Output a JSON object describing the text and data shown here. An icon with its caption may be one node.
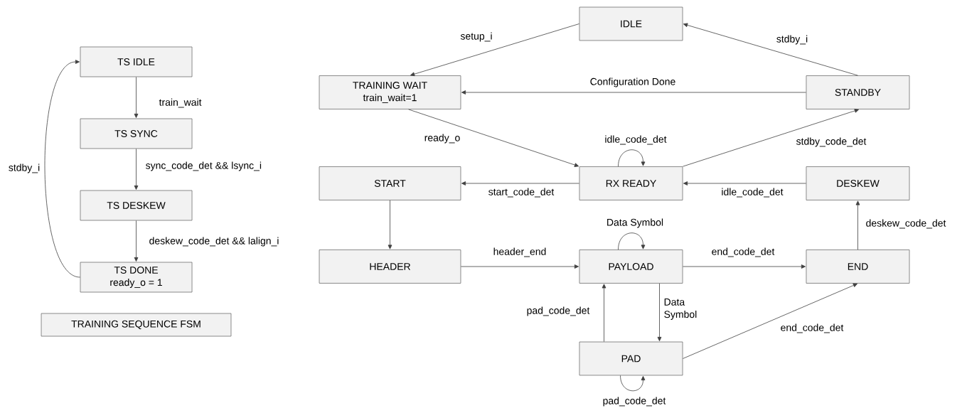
{
  "diagram": {
    "nodes": [
      {
        "text": [
          "TS IDLE"
        ]
      },
      {
        "text": [
          "TS SYNC"
        ]
      },
      {
        "text": [
          "TS DESKEW"
        ]
      },
      {
        "text": [
          "TS DONE",
          "ready_o = 1"
        ]
      },
      {
        "text": [
          "TRAINING SEQUENCE FSM"
        ]
      },
      {
        "text": [
          "IDLE"
        ]
      },
      {
        "text": [
          "TRAINING WAIT",
          "train_wait=1"
        ]
      },
      {
        "text": [
          "STANDBY"
        ]
      },
      {
        "text": [
          "START"
        ]
      },
      {
        "text": [
          "RX READY"
        ]
      },
      {
        "text": [
          "DESKEW"
        ]
      },
      {
        "text": [
          "HEADER"
        ]
      },
      {
        "text": [
          "PAYLOAD"
        ]
      },
      {
        "text": [
          "END"
        ]
      },
      {
        "text": [
          "PAD"
        ]
      }
    ],
    "edges": [
      {
        "from": 0,
        "to": 1,
        "arrow": "to",
        "label": "train_wait"
      },
      {
        "from": 1,
        "to": 2,
        "arrow": "to",
        "label": "sync_code_det && lsync_i"
      },
      {
        "from": 2,
        "to": 3,
        "arrow": "to",
        "label": "deskew_code_det && lalign_i"
      },
      {
        "from": 3,
        "to": 0,
        "arrow": "to",
        "label": "stdby_i"
      },
      {
        "from": 5,
        "to": 6,
        "arrow": "to",
        "label": "setup_i"
      },
      {
        "from": 7,
        "to": 5,
        "arrow": "to",
        "label": "stdby_i"
      },
      {
        "from": 7,
        "to": 6,
        "arrow": "to",
        "label": "Configuration Done"
      },
      {
        "from": 6,
        "to": 9,
        "arrow": "to",
        "label": "ready_o"
      },
      {
        "from": 9,
        "to": 7,
        "arrow": "to",
        "label": "stdby_code_det"
      },
      {
        "from": 9,
        "to": 9,
        "arrow": "to",
        "label": "idle_code_det"
      },
      {
        "from": 9,
        "to": 8,
        "arrow": "to",
        "label": "start_code_det"
      },
      {
        "from": 10,
        "to": 9,
        "arrow": "to",
        "label": "idle_code_det"
      },
      {
        "from": 8,
        "to": 11,
        "arrow": "to"
      },
      {
        "from": 11,
        "to": 12,
        "arrow": "to",
        "label": "header_end"
      },
      {
        "from": 12,
        "to": 12,
        "arrow": "to",
        "label": "Data Symbol"
      },
      {
        "from": 12,
        "to": 13,
        "arrow": "to",
        "label": "end_code_det"
      },
      {
        "from": 13,
        "to": 10,
        "arrow": "to",
        "label": "deskew_code_det"
      },
      {
        "from": 12,
        "to": 14,
        "arrow": "to",
        "label": "Data Symbol"
      },
      {
        "from": 14,
        "to": 12,
        "arrow": "to",
        "label": "pad_code_det"
      },
      {
        "from": 14,
        "to": 13,
        "arrow": "to",
        "label": "end_code_det"
      },
      {
        "from": 14,
        "to": 14,
        "arrow": "to",
        "label": "pad_code_det"
      }
    ]
  }
}
